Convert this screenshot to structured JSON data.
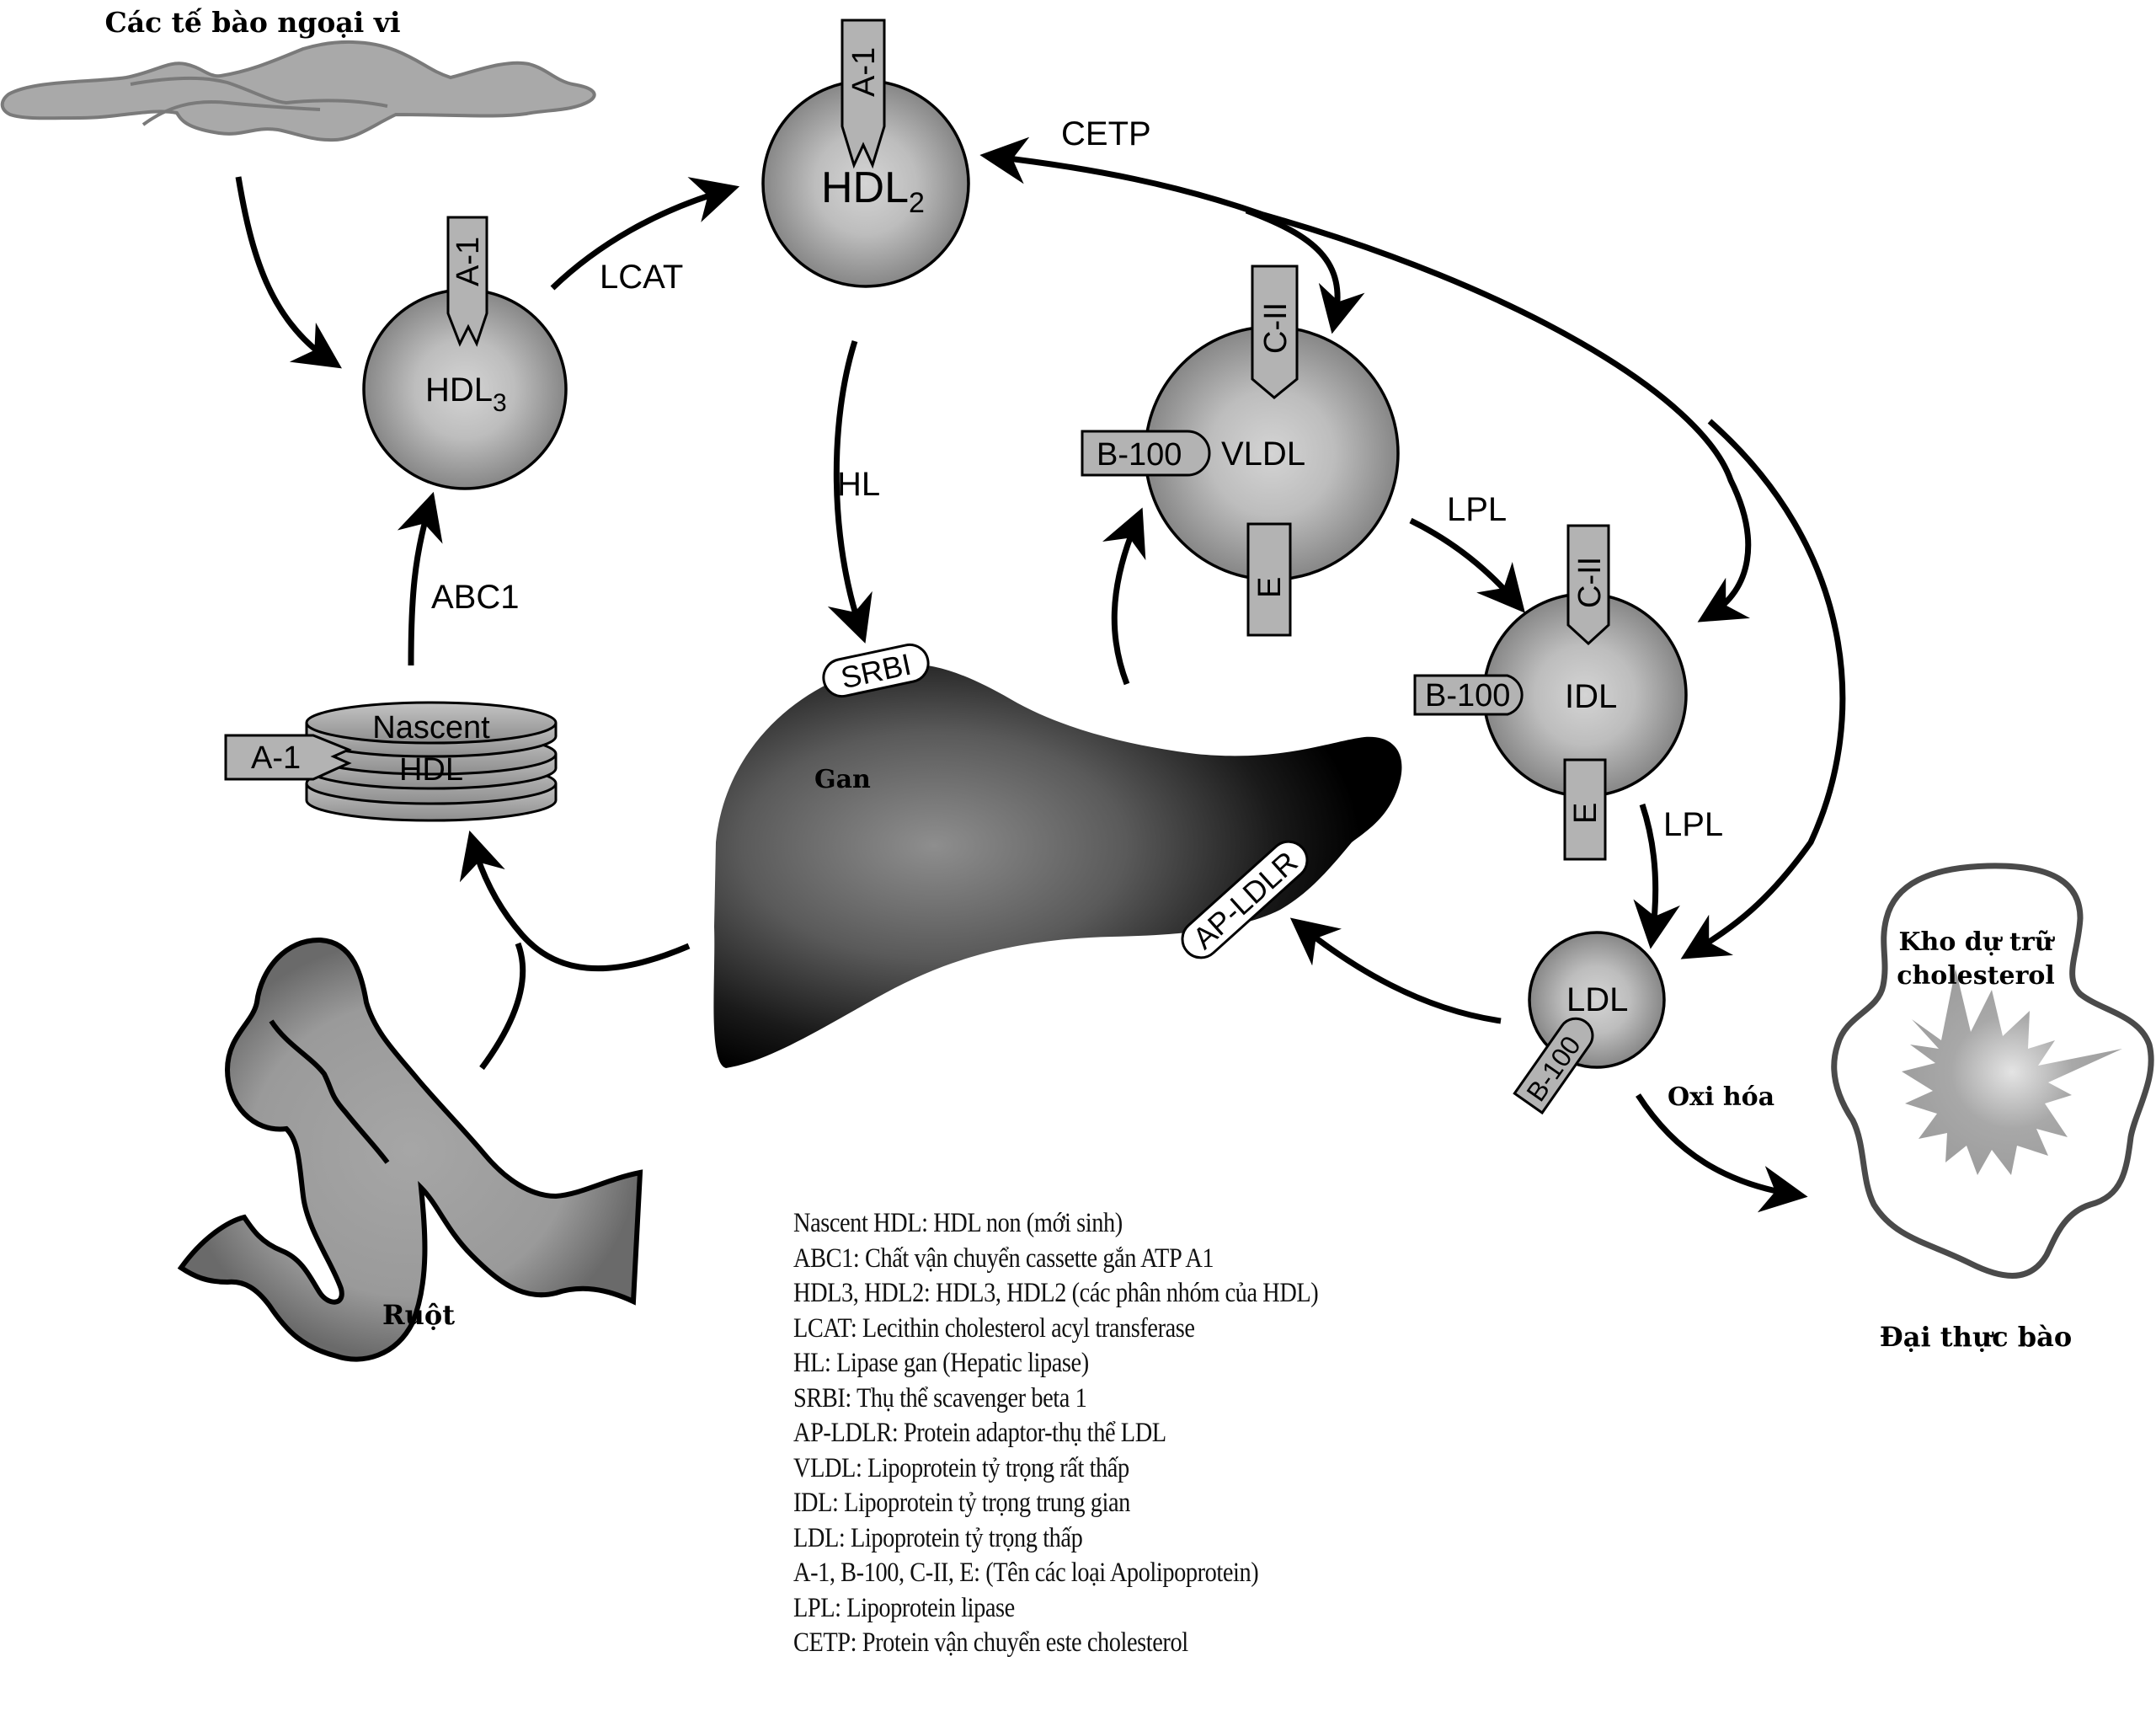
{
  "title": "Chuyển hóa lipoprotein",
  "labels": {
    "peripheral_cells": "Các tế bào ngoại vi",
    "liver": "Gan",
    "intestine": "Ruột",
    "macrophage": "Đại thực bào",
    "cholesterol_store_line1": "Kho dự trữ",
    "cholesterol_store_line2": "cholesterol",
    "oxidation": "Oxi hóa"
  },
  "particles": {
    "hdl3": {
      "name": "HDL",
      "sub": "3"
    },
    "hdl2": {
      "name": "HDL",
      "sub": "2"
    },
    "vldl": "VLDL",
    "idl": "IDL",
    "ldl": "LDL",
    "nascent_line1": "Nascent",
    "nascent_line2": "HDL"
  },
  "apolipoproteins": {
    "a1": "A-1",
    "b100": "B-100",
    "c2": "C-II",
    "e": "E"
  },
  "receptors": {
    "srbi": "SRBI",
    "apldlr": "AP-LDLR"
  },
  "enzymes": {
    "lcat": "LCAT",
    "cetp": "CETP",
    "hl": "HL",
    "abc1": "ABC1",
    "lpl": "LPL"
  },
  "legend": [
    "Nascent HDL: HDL non (mới sinh)",
    "ABC1: Chất vận chuyển cassette gắn ATP A1",
    "HDL3, HDL2: HDL3, HDL2 (các phân nhóm của HDL)",
    "LCAT: Lecithin cholesterol acyl transferase",
    "HL: Lipase gan (Hepatic lipase)",
    "SRBI: Thụ thể scavenger beta 1",
    "AP-LDLR: Protein adaptor-thụ thể LDL",
    "VLDL: Lipoprotein tỷ trọng rất thấp",
    "IDL: Lipoprotein tỷ trọng trung gian",
    "LDL: Lipoprotein tỷ trọng thấp",
    "A-1, B-100, C-II, E: (Tên các loại Apolipoprotein)",
    "LPL: Lipoprotein lipase",
    "CETP: Protein vận chuyển este cholesterol"
  ],
  "colors": {
    "particle_light": "#d2d2d2",
    "particle_dark": "#7a7a7a",
    "tab": "#b3b3b3",
    "cells": "#a9a9a9",
    "liver_center": "#8c8c8c",
    "liver_edge": "#000000",
    "macrophage_outline": "#4a4a4a"
  }
}
